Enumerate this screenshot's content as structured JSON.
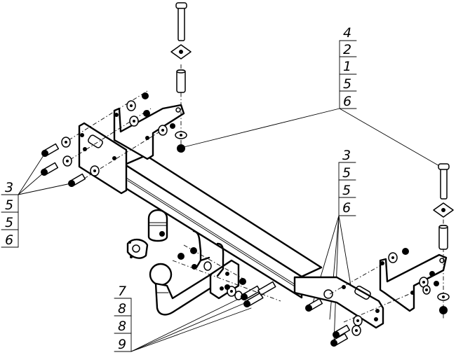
{
  "drawing": {
    "title": "Towbar exploded assembly diagram",
    "colors": {
      "line": "#000000",
      "background": "#ffffff"
    }
  },
  "callouts": [
    {
      "id": "top-right-stack",
      "labels": [
        "4",
        "2",
        "1",
        "5",
        "6"
      ]
    },
    {
      "id": "left-stack",
      "labels": [
        "3",
        "5",
        "5",
        "6"
      ]
    },
    {
      "id": "mid-right-stack",
      "labels": [
        "3",
        "5",
        "5",
        "6"
      ]
    },
    {
      "id": "bottom-left-stack",
      "labels": [
        "7",
        "8",
        "8",
        "9"
      ]
    }
  ]
}
